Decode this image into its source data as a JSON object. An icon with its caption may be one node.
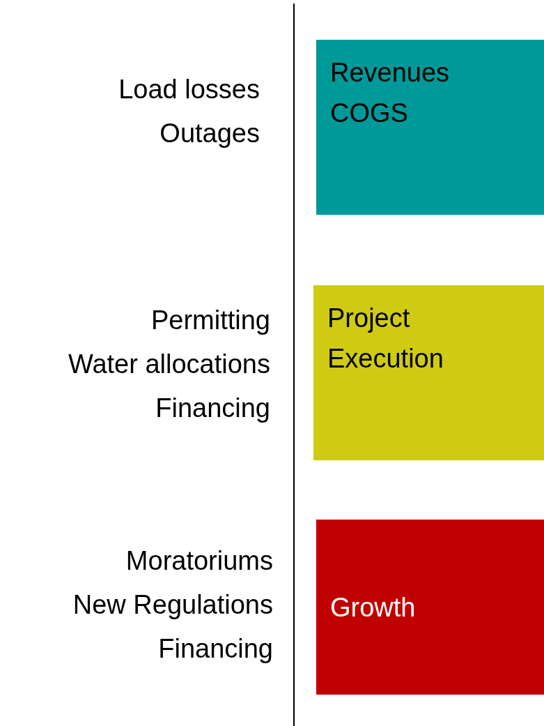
{
  "diagram": {
    "nodes": [
      {
        "text": [
          "Revenues",
          "COGS"
        ],
        "beside": [
          "Load losses",
          "Outages"
        ]
      },
      {
        "text": [
          "Project Execution"
        ],
        "beside": [
          "Permitting",
          "Water allocations",
          "Financing"
        ]
      },
      {
        "text": [
          "Growth"
        ],
        "beside": [
          "Moratoriums",
          "New Regulations",
          "Financing"
        ]
      }
    ],
    "edges": []
  }
}
